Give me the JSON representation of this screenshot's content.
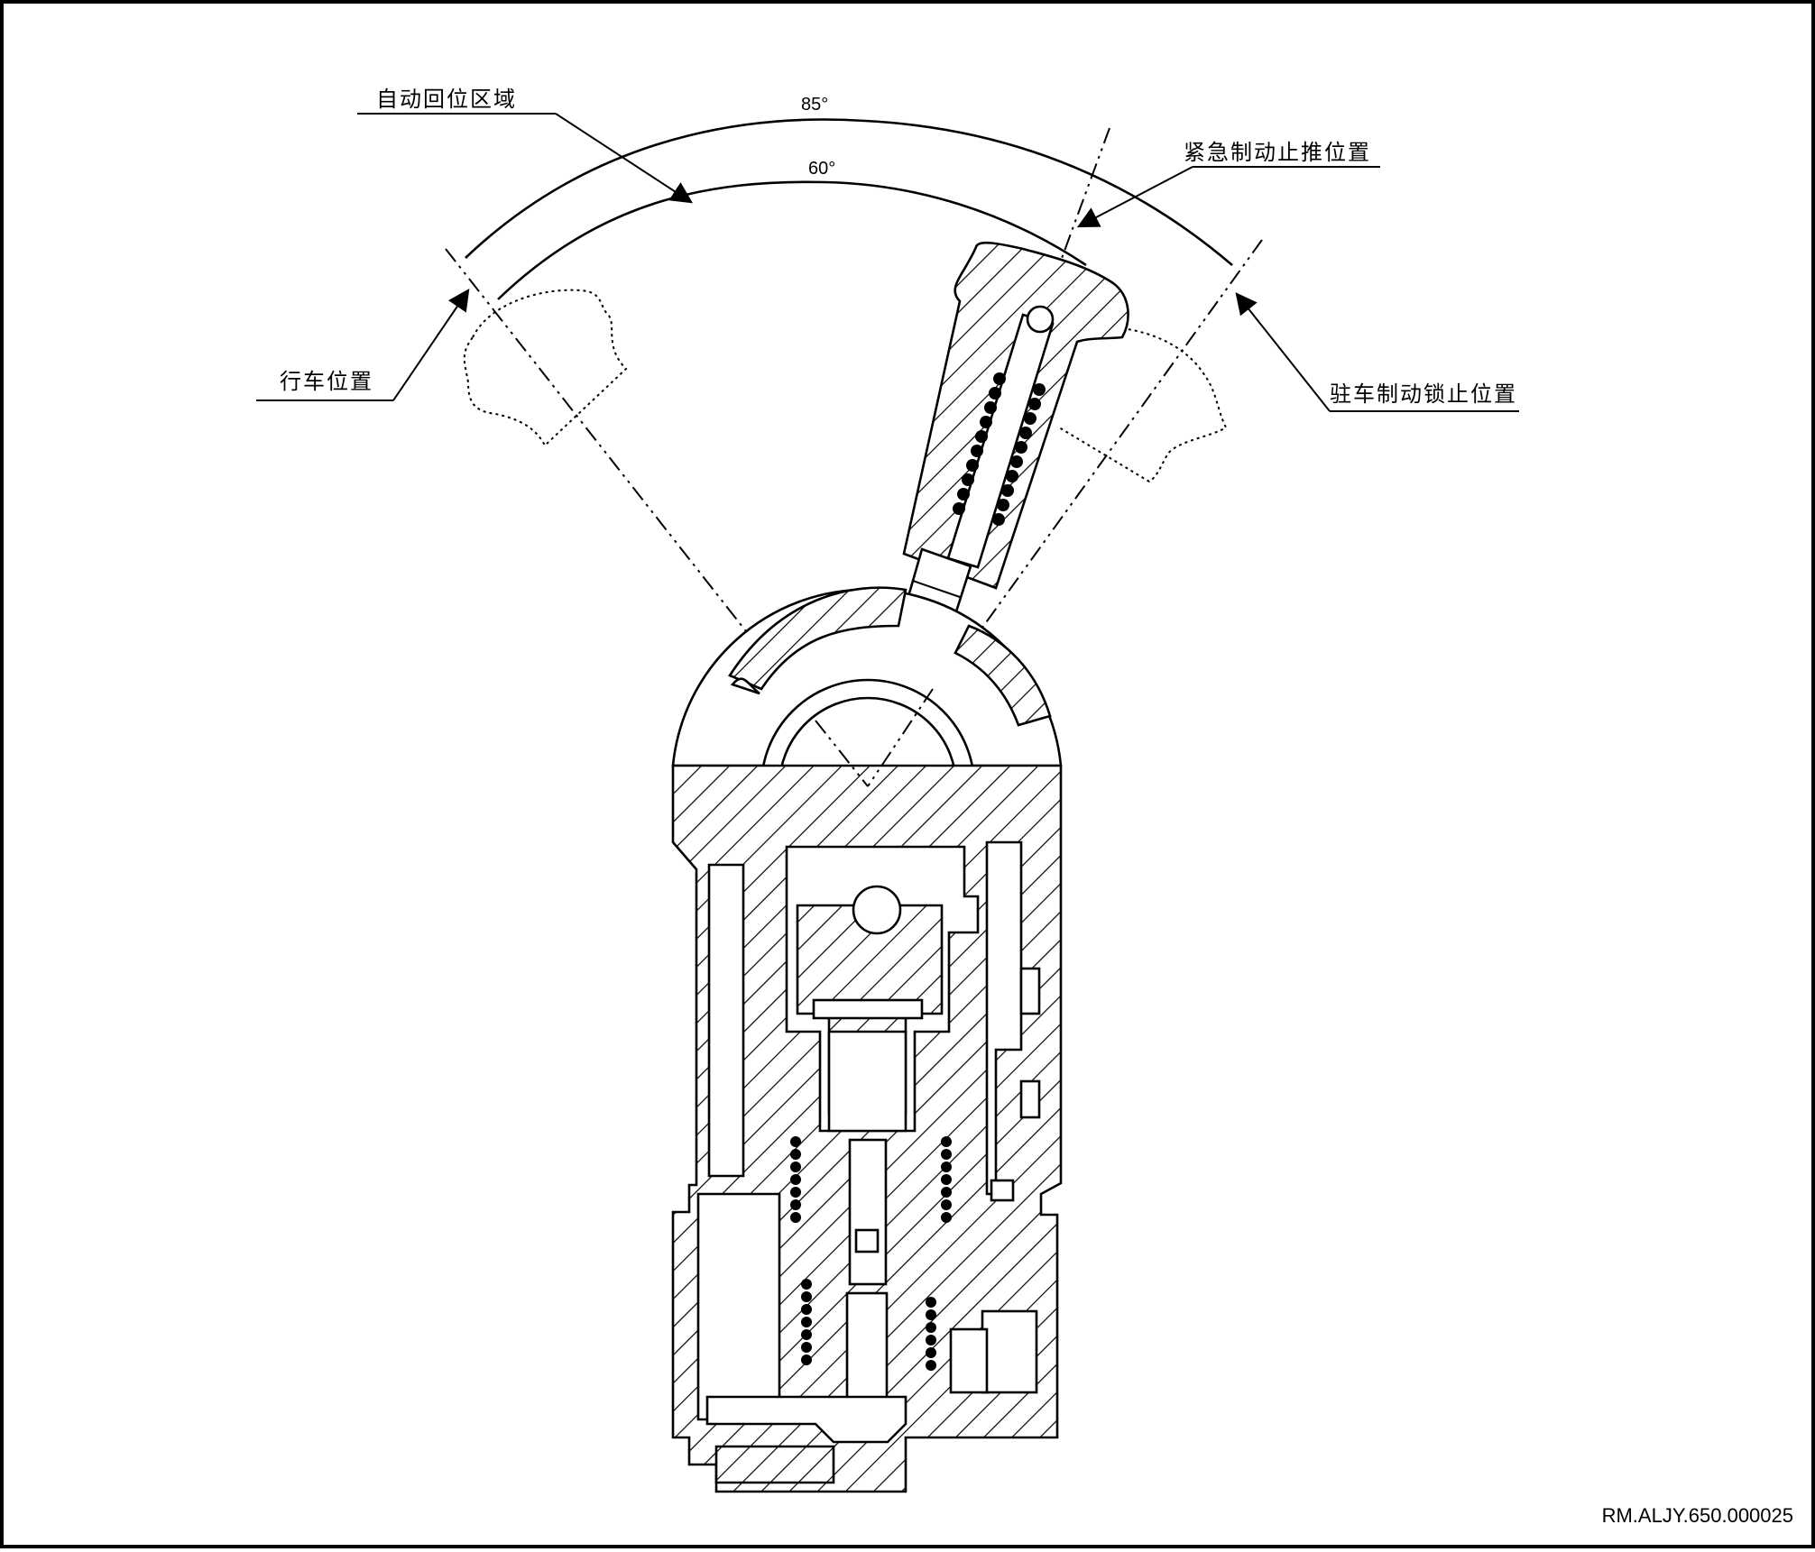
{
  "labels": {
    "auto_return_zone": "自动回位区域",
    "emergency_brake_stop": "紧急制动止推位置",
    "driving_position": "行车位置",
    "parking_brake_lock": "驻车制动锁止位置"
  },
  "angles": {
    "outer": "85°",
    "inner": "60°"
  },
  "document_code": "RM.ALJY.650.000025"
}
